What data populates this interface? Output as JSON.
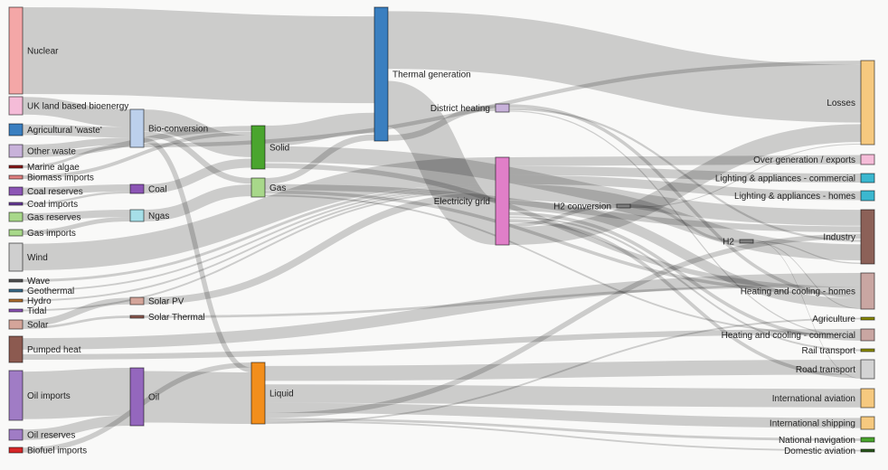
{
  "nodes": [
    {
      "id": "nuclear",
      "label": "Nuclear",
      "color": "#f4a7a7",
      "side": "right"
    },
    {
      "id": "uk_bio",
      "label": "UK land based bioenergy",
      "color": "#f5bcd8",
      "side": "right"
    },
    {
      "id": "agri_waste",
      "label": "Agricultural 'waste'",
      "color": "#3a7fc0",
      "side": "right"
    },
    {
      "id": "other_waste",
      "label": "Other waste",
      "color": "#c8b2da",
      "side": "right"
    },
    {
      "id": "marine_algae",
      "label": "Marine algae",
      "color": "#8b1a1a",
      "side": "right"
    },
    {
      "id": "biomass_imports",
      "label": "Biomass imports",
      "color": "#e08080",
      "side": "right"
    },
    {
      "id": "coal_reserves",
      "label": "Coal reserves",
      "color": "#8c55b5",
      "side": "right"
    },
    {
      "id": "coal_imports",
      "label": "Coal imports",
      "color": "#6a3d9a",
      "side": "right"
    },
    {
      "id": "gas_reserves",
      "label": "Gas reserves",
      "color": "#a8d88a",
      "side": "right"
    },
    {
      "id": "gas_imports",
      "label": "Gas imports",
      "color": "#a8d88a",
      "side": "right"
    },
    {
      "id": "wind",
      "label": "Wind",
      "color": "#cfcfcf",
      "side": "right"
    },
    {
      "id": "wave",
      "label": "Wave",
      "color": "#555555",
      "side": "right"
    },
    {
      "id": "geothermal",
      "label": "Geothermal",
      "color": "#3c6e8c",
      "side": "right"
    },
    {
      "id": "hydro",
      "label": "Hydro",
      "color": "#b07030",
      "side": "right"
    },
    {
      "id": "tidal",
      "label": "Tidal",
      "color": "#8c55b5",
      "side": "right"
    },
    {
      "id": "solar",
      "label": "Solar",
      "color": "#d4a59a",
      "side": "right"
    },
    {
      "id": "pumped_heat",
      "label": "Pumped heat",
      "color": "#8c5a50",
      "side": "right"
    },
    {
      "id": "oil_imports",
      "label": "Oil imports",
      "color": "#a07cc5",
      "side": "right"
    },
    {
      "id": "oil_reserves",
      "label": "Oil reserves",
      "color": "#a07cc5",
      "side": "right"
    },
    {
      "id": "biofuel_imports",
      "label": "Biofuel imports",
      "color": "#d62728",
      "side": "right"
    },
    {
      "id": "bio_conversion",
      "label": "Bio-conversion",
      "color": "#bcd0ec",
      "side": "right"
    },
    {
      "id": "coal",
      "label": "Coal",
      "color": "#8c55b5",
      "side": "right"
    },
    {
      "id": "ngas",
      "label": "Ngas",
      "color": "#a6dfe8",
      "side": "right"
    },
    {
      "id": "solar_pv",
      "label": "Solar PV",
      "color": "#d4a59a",
      "side": "right"
    },
    {
      "id": "solar_thermal",
      "label": "Solar Thermal",
      "color": "#8c5a50",
      "side": "right"
    },
    {
      "id": "oil",
      "label": "Oil",
      "color": "#9467bd",
      "side": "right"
    },
    {
      "id": "solid",
      "label": "Solid",
      "color": "#4aa52e",
      "side": "right"
    },
    {
      "id": "gas",
      "label": "Gas",
      "color": "#a8d88a",
      "side": "right"
    },
    {
      "id": "liquid",
      "label": "Liquid",
      "color": "#f28e1c",
      "side": "right"
    },
    {
      "id": "thermal_gen",
      "label": "Thermal generation",
      "color": "#3a7fc0",
      "side": "right"
    },
    {
      "id": "district_heating",
      "label": "District heating",
      "color": "#c8b2da",
      "side": "left"
    },
    {
      "id": "elec_grid",
      "label": "Electricity grid",
      "color": "#e07fc8",
      "side": "left"
    },
    {
      "id": "h2_conversion",
      "label": "H2 conversion",
      "color": "#7f7f7f",
      "side": "left"
    },
    {
      "id": "h2",
      "label": "H2",
      "color": "#7f7f7f",
      "side": "left"
    },
    {
      "id": "losses",
      "label": "Losses",
      "color": "#f6c97f",
      "side": "left"
    },
    {
      "id": "over_gen",
      "label": "Over generation / exports",
      "color": "#f5bcd8",
      "side": "left"
    },
    {
      "id": "light_comm",
      "label": "Lighting & appliances - commercial",
      "color": "#3bb7cf",
      "side": "left"
    },
    {
      "id": "light_homes",
      "label": "Lighting & appliances - homes",
      "color": "#3bb7cf",
      "side": "left"
    },
    {
      "id": "industry",
      "label": "Industry",
      "color": "#8c6158",
      "side": "left"
    },
    {
      "id": "heat_homes",
      "label": "Heating and cooling - homes",
      "color": "#c9a6a2",
      "side": "left"
    },
    {
      "id": "agriculture",
      "label": "Agriculture",
      "color": "#8c8c00",
      "side": "left"
    },
    {
      "id": "heat_comm",
      "label": "Heating and cooling - commercial",
      "color": "#c9a6a2",
      "side": "left"
    },
    {
      "id": "rail",
      "label": "Rail transport",
      "color": "#8c8c00",
      "side": "left"
    },
    {
      "id": "road",
      "label": "Road transport",
      "color": "#d3d3d3",
      "side": "left"
    },
    {
      "id": "intl_aviation",
      "label": "International aviation",
      "color": "#f6c97f",
      "side": "left"
    },
    {
      "id": "intl_shipping",
      "label": "International shipping",
      "color": "#f6c97f",
      "side": "left"
    },
    {
      "id": "nat_nav",
      "label": "National navigation",
      "color": "#4aa52e",
      "side": "left"
    },
    {
      "id": "dom_aviation",
      "label": "Domestic aviation",
      "color": "#2c5a1e",
      "side": "left"
    }
  ],
  "links": [
    [
      "nuclear",
      "thermal_gen",
      88
    ],
    [
      "uk_bio",
      "bio_conversion",
      20
    ],
    [
      "agri_waste",
      "bio_conversion",
      12
    ],
    [
      "other_waste",
      "bio_conversion",
      8
    ],
    [
      "other_waste",
      "solid",
      6
    ],
    [
      "marine_algae",
      "bio_conversion",
      3
    ],
    [
      "biomass_imports",
      "solid",
      4
    ],
    [
      "coal_reserves",
      "coal",
      10
    ],
    [
      "coal_imports",
      "coal",
      3
    ],
    [
      "gas_reserves",
      "ngas",
      10
    ],
    [
      "gas_imports",
      "ngas",
      6
    ],
    [
      "wind",
      "elec_grid",
      30
    ],
    [
      "wave",
      "elec_grid",
      3
    ],
    [
      "geothermal",
      "elec_grid",
      2
    ],
    [
      "hydro",
      "elec_grid",
      2
    ],
    [
      "tidal",
      "elec_grid",
      2
    ],
    [
      "solar",
      "solar_pv",
      8
    ],
    [
      "solar",
      "solar_thermal",
      3
    ],
    [
      "pumped_heat",
      "heat_homes",
      14
    ],
    [
      "pumped_heat",
      "heat_comm",
      10
    ],
    [
      "oil_imports",
      "oil",
      55
    ],
    [
      "oil_reserves",
      "oil",
      12
    ],
    [
      "biofuel_imports",
      "liquid",
      6
    ],
    [
      "bio_conversion",
      "solid",
      22
    ],
    [
      "bio_conversion",
      "gas",
      6
    ],
    [
      "bio_conversion",
      "liquid",
      6
    ],
    [
      "bio_conversion",
      "losses",
      4
    ],
    [
      "coal",
      "solid",
      12
    ],
    [
      "ngas",
      "gas",
      14
    ],
    [
      "solar_pv",
      "elec_grid",
      8
    ],
    [
      "solar_thermal",
      "heat_homes",
      3
    ],
    [
      "oil",
      "liquid",
      62
    ],
    [
      "solid",
      "thermal_gen",
      18
    ],
    [
      "solid",
      "industry",
      14
    ],
    [
      "solid",
      "heat_homes",
      6
    ],
    [
      "gas",
      "thermal_gen",
      6
    ],
    [
      "gas",
      "industry",
      6
    ],
    [
      "gas",
      "heat_homes",
      4
    ],
    [
      "gas",
      "heat_comm",
      3
    ],
    [
      "liquid",
      "road",
      26
    ],
    [
      "liquid",
      "intl_aviation",
      22
    ],
    [
      "liquid",
      "intl_shipping",
      12
    ],
    [
      "liquid",
      "industry",
      6
    ],
    [
      "liquid",
      "nat_nav",
      3
    ],
    [
      "liquid",
      "dom_aviation",
      2
    ],
    [
      "liquid",
      "agriculture",
      2
    ],
    [
      "thermal_gen",
      "losses",
      55
    ],
    [
      "thermal_gen",
      "elec_grid",
      52
    ],
    [
      "thermal_gen",
      "district_heating",
      5
    ],
    [
      "district_heating",
      "heat_homes",
      4
    ],
    [
      "district_heating",
      "industry",
      2
    ],
    [
      "district_heating",
      "heat_comm",
      2
    ],
    [
      "elec_grid",
      "over_gen",
      10
    ],
    [
      "elec_grid",
      "light_comm",
      10
    ],
    [
      "elec_grid",
      "light_homes",
      10
    ],
    [
      "elec_grid",
      "industry",
      18
    ],
    [
      "elec_grid",
      "heat_homes",
      12
    ],
    [
      "elec_grid",
      "heat_comm",
      6
    ],
    [
      "elec_grid",
      "rail",
      2
    ],
    [
      "elec_grid",
      "road",
      6
    ],
    [
      "elec_grid",
      "h2_conversion",
      4
    ],
    [
      "elec_grid",
      "losses",
      20
    ],
    [
      "h2_conversion",
      "h2",
      3
    ],
    [
      "h2_conversion",
      "losses",
      1
    ],
    [
      "h2",
      "road",
      1
    ],
    [
      "h2",
      "industry",
      1
    ],
    [
      "h2",
      "heat_homes",
      1
    ]
  ]
}
